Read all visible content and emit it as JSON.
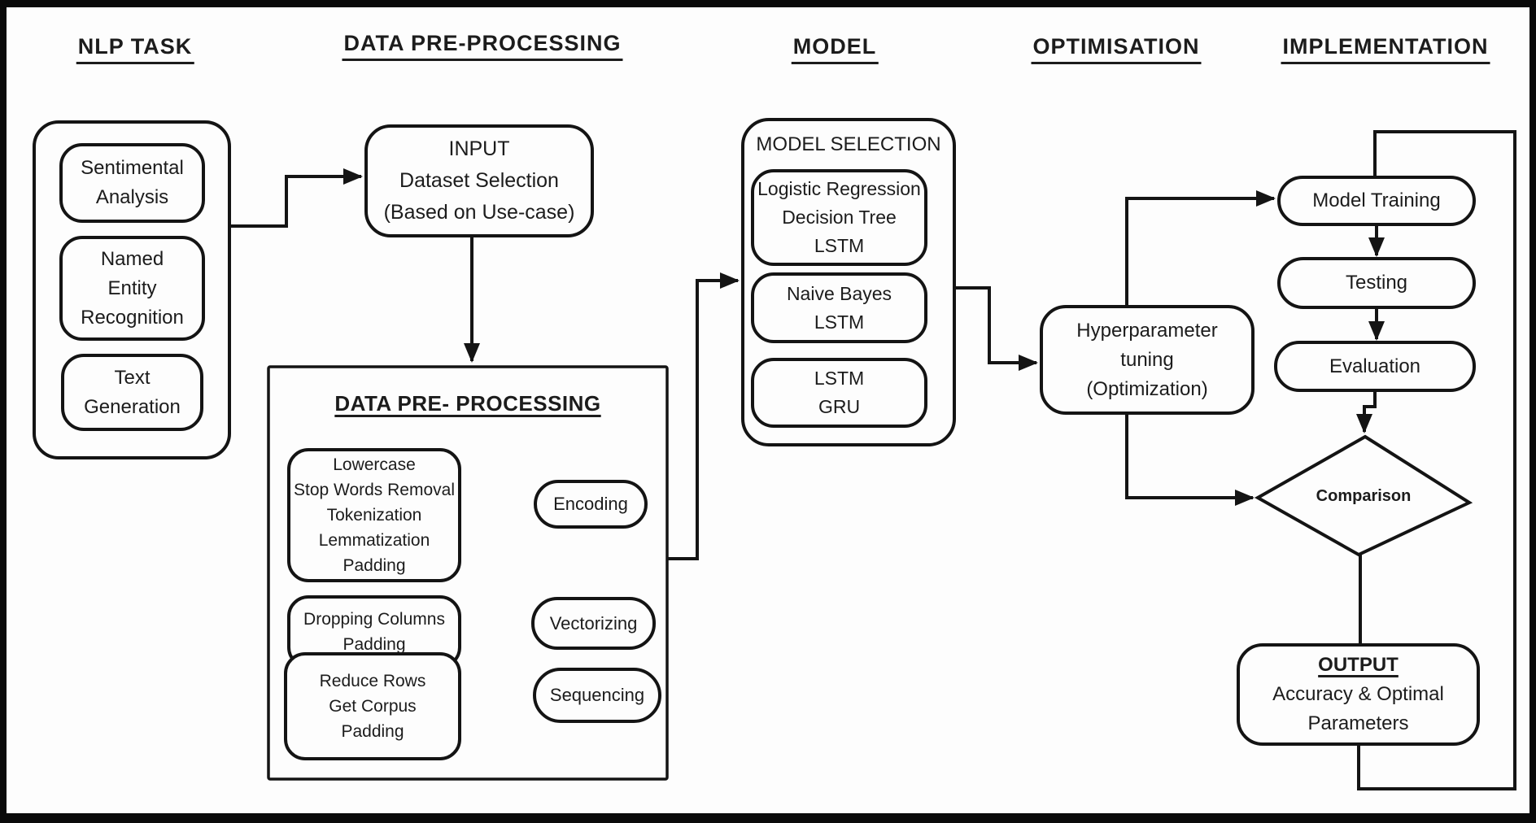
{
  "colors": {
    "ink": "#141414",
    "text": "#1c1c1c",
    "canvas": "#fdfdfd",
    "frame": "#0a0a0a"
  },
  "headers": {
    "nlp_task": "NLP TASK",
    "data_preprocessing": "DATA PRE-PROCESSING",
    "model": "MODEL",
    "optimisation": "OPTIMISATION",
    "implementation": "IMPLEMENTATION"
  },
  "nlp": {
    "sentimental": [
      "Sentimental",
      "Analysis"
    ],
    "ner": [
      "Named",
      "Entity",
      "Recognition"
    ],
    "textgen": [
      "Text",
      "Generation"
    ]
  },
  "input": {
    "lines": [
      "INPUT",
      "Dataset Selection",
      "(Based on Use-case)"
    ]
  },
  "prep": {
    "title": "DATA PRE- PROCESSING",
    "groups": [
      {
        "lines": [
          "Lowercase",
          "Stop Words Removal",
          "Tokenization",
          "Lemmatization",
          "Padding"
        ],
        "result": "Encoding"
      },
      {
        "lines": [
          "Dropping Columns",
          "Padding"
        ],
        "result": "Vectorizing"
      },
      {
        "lines": [
          "Reduce Rows",
          "Get Corpus",
          "Padding"
        ],
        "result": "Sequencing"
      }
    ]
  },
  "model": {
    "title": "MODEL SELECTION",
    "groups": [
      [
        "Logistic Regression",
        "Decision Tree",
        "LSTM"
      ],
      [
        "Naive Bayes",
        "LSTM"
      ],
      [
        "LSTM",
        "GRU"
      ]
    ]
  },
  "optimisation": {
    "hyper": [
      "Hyperparameter",
      "tuning",
      "(Optimization)"
    ]
  },
  "implementation": {
    "training": "Model Training",
    "testing": "Testing",
    "evaluation": "Evaluation",
    "comparison": "Comparison",
    "output": [
      "OUTPUT",
      "Accuracy & Optimal",
      "Parameters"
    ]
  }
}
